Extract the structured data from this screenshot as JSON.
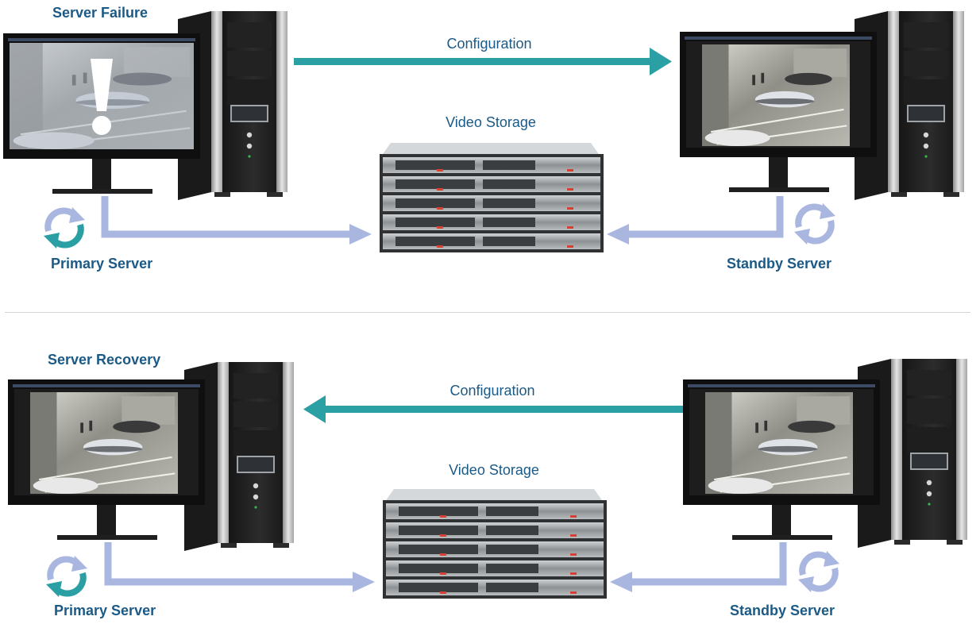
{
  "panels": [
    {
      "state_title": "Server Failure",
      "config_label": "Configuration",
      "storage_label": "Video Storage",
      "primary_label": "Primary Server",
      "standby_label": "Standby Server"
    },
    {
      "state_title": "Server Recovery",
      "config_label": "Configuration",
      "storage_label": "Video Storage",
      "primary_label": "Primary Server",
      "standby_label": "Standby Server"
    }
  ],
  "colors": {
    "label_text": "#1b5a86",
    "config_arrow": "#2a9fa4",
    "storage_arrow": "#a9b6e0",
    "sync_primary": "#2a9fa4",
    "sync_standby": "#a9b6e0"
  }
}
